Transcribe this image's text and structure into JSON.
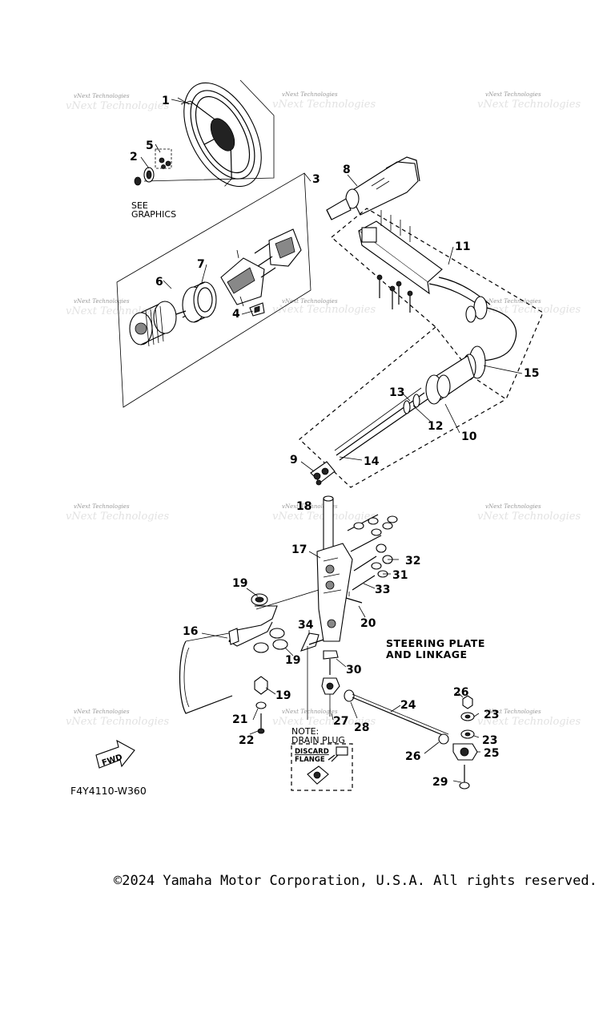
{
  "callouts": {
    "c1": "1",
    "c2": "2",
    "c3": "3",
    "c4": "4",
    "c5": "5",
    "c6": "6",
    "c7": "7",
    "c8": "8",
    "c9": "9",
    "c10": "10",
    "c11": "11",
    "c12": "12",
    "c13": "13",
    "c14": "14",
    "c15": "15",
    "c16": "16",
    "c17": "17",
    "c18": "18",
    "c19a": "19",
    "c19b": "19",
    "c19c": "19",
    "c20": "20",
    "c21": "21",
    "c22": "22",
    "c23a": "23",
    "c23b": "23",
    "c24": "24",
    "c25": "25",
    "c26a": "26",
    "c26b": "26",
    "c27": "27",
    "c28": "28",
    "c29": "29",
    "c30": "30",
    "c31": "31",
    "c32": "32",
    "c33": "33",
    "c34": "34"
  },
  "notes": {
    "see_graphics_1": "SEE",
    "see_graphics_2": "GRAPHICS",
    "steering_plate_1": "STEERING PLATE",
    "steering_plate_2": "AND LINKAGE",
    "drain_note_1": "NOTE:",
    "drain_note_2": "DRAIN PLUG",
    "discard": "DISCARD",
    "flange": "FLANGE",
    "fwd": "FWD",
    "diagram_code": "F4Y4110-W360"
  },
  "watermark": {
    "text": "vNext Technologies"
  },
  "footer": {
    "copyright": "©2024 Yamaha Motor Corporation, U.S.A. All rights reserved."
  }
}
